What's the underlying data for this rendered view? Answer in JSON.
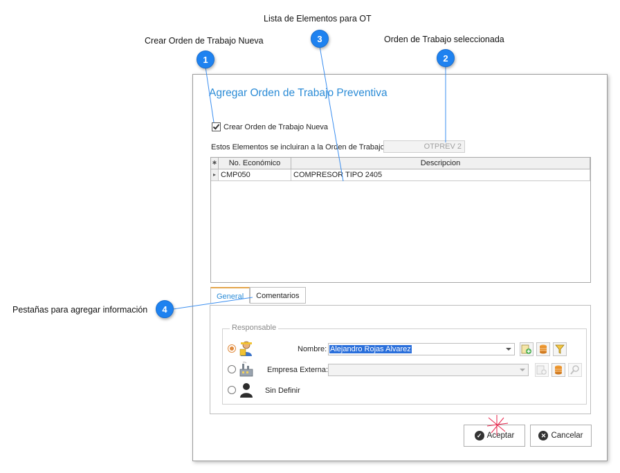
{
  "annotations": [
    {
      "number": "1",
      "label": "Crear Orden  de Trabajo Nueva"
    },
    {
      "number": "3",
      "label": "Lista de Elementos para OT"
    },
    {
      "number": "2",
      "label": "Orden de Trabajo seleccionada"
    },
    {
      "number": "4",
      "label": "Pestañas para agregar información"
    }
  ],
  "dialog": {
    "title": "Agregar Orden de Trabajo Preventiva",
    "create_new_label": "Crear Orden de Trabajo Nueva",
    "create_new_checked": true,
    "elements_label": "Estos Elementos se incluiran a la Orden de Trabajo:",
    "ot_value": "OTPREV 2"
  },
  "grid": {
    "columns": [
      "",
      "No. Económico",
      "Descripcion"
    ],
    "header_marker": "✱",
    "rows": [
      {
        "marker": "▸",
        "no_economico": "CMP050",
        "descripcion": "COMPRESOR TIPO 2405"
      }
    ]
  },
  "tabs": [
    {
      "label": "General",
      "active": true
    },
    {
      "label": "Comentarios",
      "active": false
    }
  ],
  "responsable": {
    "group_title": "Responsable",
    "options": [
      {
        "label": "Nombre:",
        "selected": true,
        "value": "Alejandro Rojas Alvarez",
        "icon": "user-worker-icon"
      },
      {
        "label": "Empresa Externa:",
        "selected": false,
        "value": "",
        "icon": "factory-icon"
      },
      {
        "label": "Sin Definir",
        "selected": false,
        "icon": "person-silhouette-icon"
      }
    ]
  },
  "buttons": {
    "accept": "Aceptar",
    "cancel": "Cancelar"
  },
  "colors": {
    "accent": "#2a8bd6",
    "badge": "#1e82f0",
    "selection": "#2a6fdb",
    "tab_active_border": "#e3a54a"
  }
}
